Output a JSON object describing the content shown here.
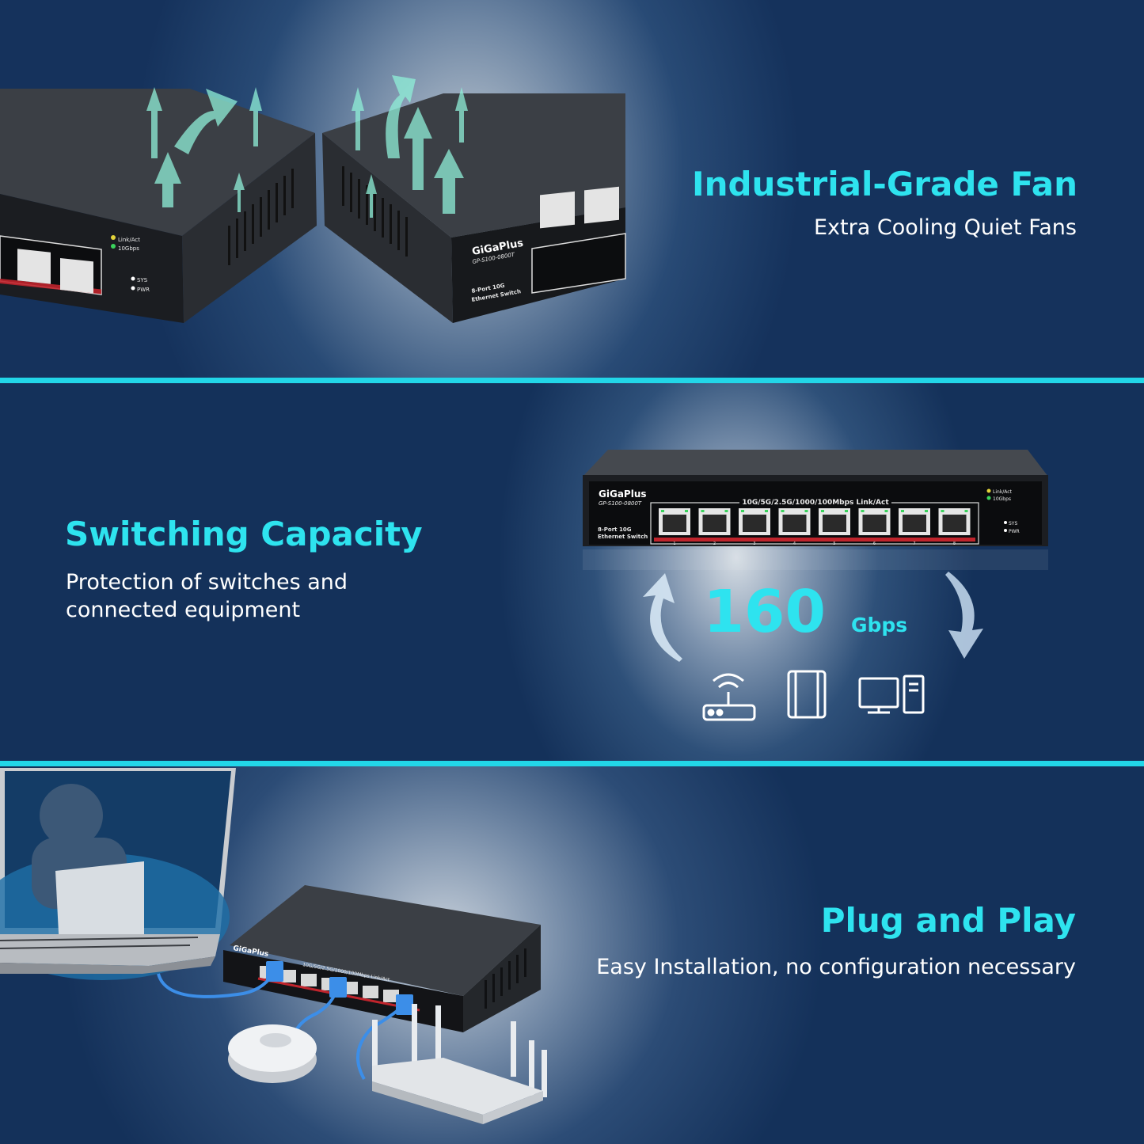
{
  "brand": {
    "name": "GiGaPlus",
    "model": "GP-S100-0800T",
    "product_line1": "8-Port 10G",
    "product_line2": "Ethernet Switch"
  },
  "switch_labels": {
    "speed": "10G/5G/2.5G/1000/100Mbps Link/Act",
    "led_link": "Link/Act",
    "led_10g": "10Gbps",
    "led_sys": "SYS",
    "led_pwr": "PWR",
    "ports": [
      "1",
      "2",
      "3",
      "4",
      "5",
      "6",
      "7",
      "8"
    ]
  },
  "fan_section": {
    "title": "Industrial-Grade Fan",
    "subtitle": "Extra Cooling Quiet Fans"
  },
  "capacity_section": {
    "title": "Switching Capacity",
    "subtitle_line1": "Protection of switches and",
    "subtitle_line2": "connected equipment",
    "capacity_value": "160",
    "capacity_unit": "Gbps",
    "device_icons": [
      "router-icon",
      "access-point-icon",
      "desktop-computer-icon"
    ]
  },
  "plug_section": {
    "title": "Plug and Play",
    "subtitle": "Easy Installation, no configuration necessary"
  },
  "colors": {
    "accent_cyan": "#2ee3ef",
    "divider": "#22d6e8",
    "cable_blue": "#3c8ee8",
    "background_navy": "#14315a"
  }
}
